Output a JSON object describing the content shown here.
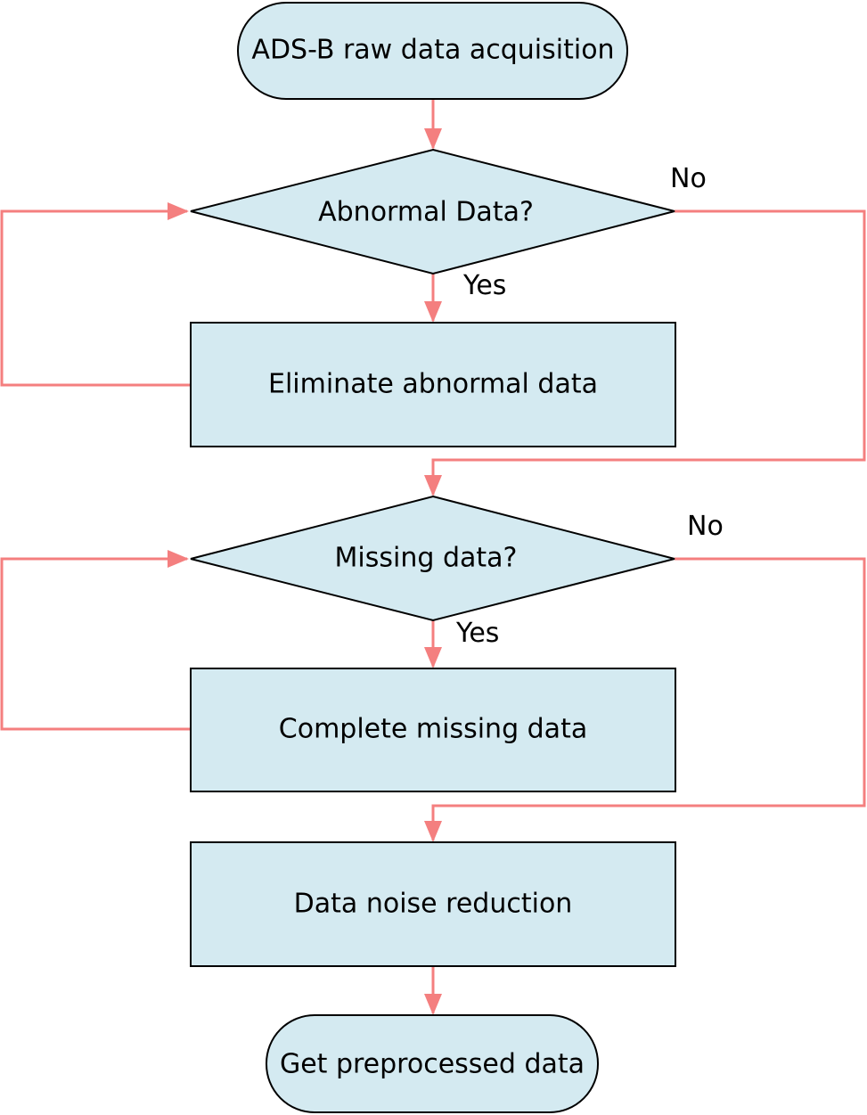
{
  "colors": {
    "node_fill": "#d4eaf1",
    "node_stroke": "#000000",
    "connector": "#f47f7f",
    "text": "#000000"
  },
  "nodes": {
    "start": {
      "label": "ADS-B raw data acquisition",
      "shape": "terminator"
    },
    "abnormal_check": {
      "label": "Abnormal Data?",
      "shape": "decision"
    },
    "eliminate": {
      "label": "Eliminate abnormal data",
      "shape": "process"
    },
    "missing_check": {
      "label": "Missing data?",
      "shape": "decision"
    },
    "complete": {
      "label": "Complete missing data",
      "shape": "process"
    },
    "noise": {
      "label": "Data noise reduction",
      "shape": "process"
    },
    "end": {
      "label": "Get preprocessed data",
      "shape": "terminator"
    }
  },
  "branches": {
    "abnormal_yes": "Yes",
    "abnormal_no": "No",
    "missing_yes": "Yes",
    "missing_no": "No"
  }
}
